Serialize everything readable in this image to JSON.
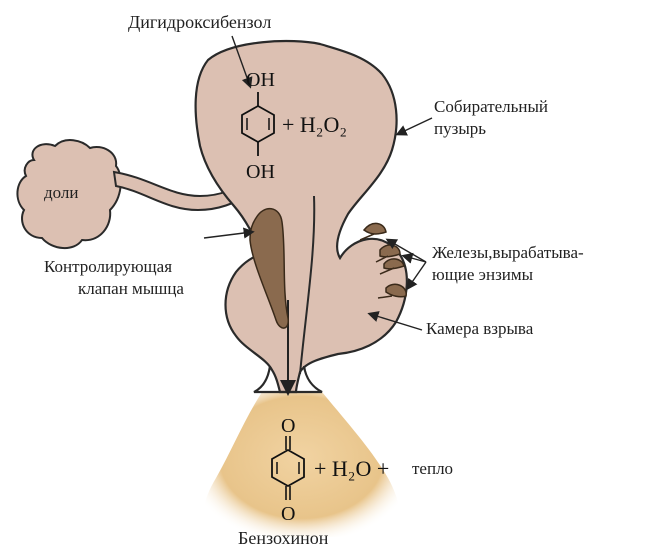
{
  "labels": {
    "dihydroxybenzene": "Дигидроксибензол",
    "oh_top": "OH",
    "oh_bottom": "OH",
    "peroxide": "+ H₂O₂",
    "reservoir_line1": "Собирательный",
    "reservoir_line2": "пузырь",
    "lobes": "доли",
    "muscle_line1": "Контролирующая",
    "muscle_line2": "клапан мышца",
    "glands_line1": "Железы,вырабатыва-",
    "glands_line2": "ющие энзимы",
    "chamber": "Камера взрыва",
    "oxygen_top": "O",
    "oxygen_bottom": "O",
    "water_heat": "+ H₂O +",
    "heat": "тепло",
    "benzoquinone": "Бензохинон"
  },
  "colors": {
    "organ_fill": "#dcc0b2",
    "organ_stroke": "#2a2a2a",
    "muscle_fill": "#8a6a4e",
    "gland_fill": "#8a6a4e",
    "spray_fill": "#e9c58d"
  }
}
